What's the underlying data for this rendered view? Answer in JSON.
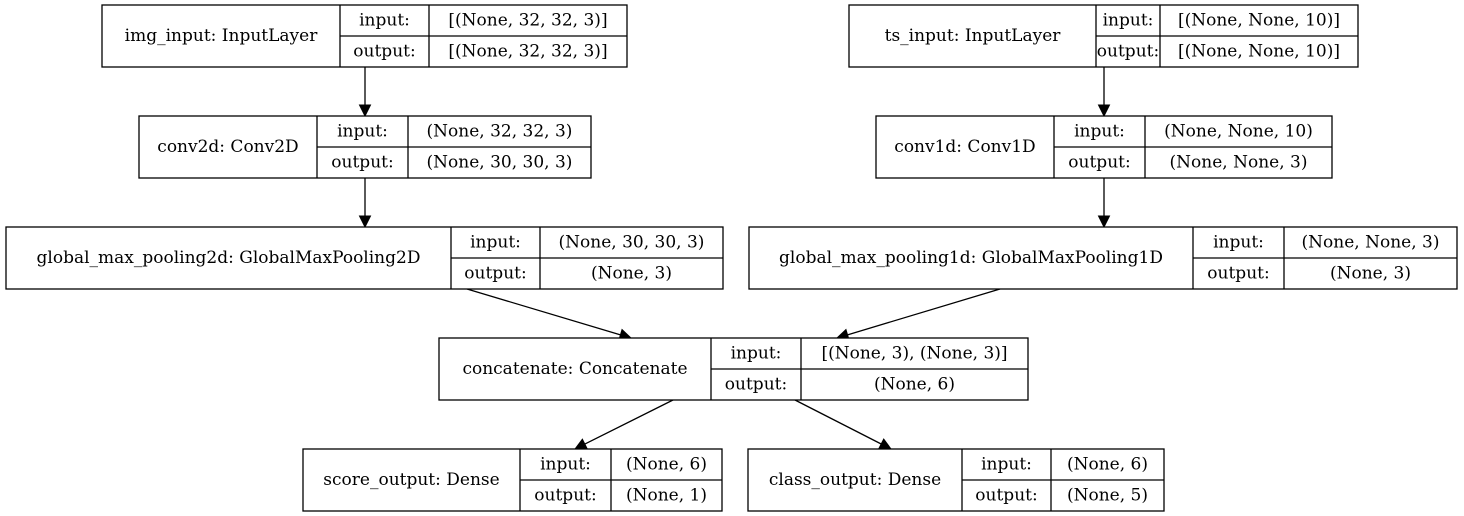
{
  "labels": {
    "input": "input:",
    "output": "output:"
  },
  "nodes": [
    {
      "id": "img_input",
      "name": "img_input: InputLayer",
      "input": "[(None, 32, 32, 3)]",
      "output": "[(None, 32, 32, 3)]"
    },
    {
      "id": "conv2d",
      "name": "conv2d: Conv2D",
      "input": "(None, 32, 32, 3)",
      "output": "(None, 30, 30, 3)"
    },
    {
      "id": "global_max_pooling2d",
      "name": "global_max_pooling2d: GlobalMaxPooling2D",
      "input": "(None, 30, 30, 3)",
      "output": "(None, 3)"
    },
    {
      "id": "ts_input",
      "name": "ts_input: InputLayer",
      "input": "[(None, None, 10)]",
      "output": "[(None, None, 10)]"
    },
    {
      "id": "conv1d",
      "name": "conv1d: Conv1D",
      "input": "(None, None, 10)",
      "output": "(None, None, 3)"
    },
    {
      "id": "global_max_pooling1d",
      "name": "global_max_pooling1d: GlobalMaxPooling1D",
      "input": "(None, None, 3)",
      "output": "(None, 3)"
    },
    {
      "id": "concatenate",
      "name": "concatenate: Concatenate",
      "input": "[(None, 3), (None, 3)]",
      "output": "(None, 6)"
    },
    {
      "id": "score_output",
      "name": "score_output: Dense",
      "input": "(None, 6)",
      "output": "(None, 1)"
    },
    {
      "id": "class_output",
      "name": "class_output: Dense",
      "input": "(None, 6)",
      "output": "(None, 5)"
    }
  ],
  "edges": [
    {
      "from": "img_input",
      "to": "conv2d"
    },
    {
      "from": "conv2d",
      "to": "global_max_pooling2d"
    },
    {
      "from": "ts_input",
      "to": "conv1d"
    },
    {
      "from": "conv1d",
      "to": "global_max_pooling1d"
    },
    {
      "from": "global_max_pooling2d",
      "to": "concatenate"
    },
    {
      "from": "global_max_pooling1d",
      "to": "concatenate"
    },
    {
      "from": "concatenate",
      "to": "score_output"
    },
    {
      "from": "concatenate",
      "to": "class_output"
    }
  ]
}
